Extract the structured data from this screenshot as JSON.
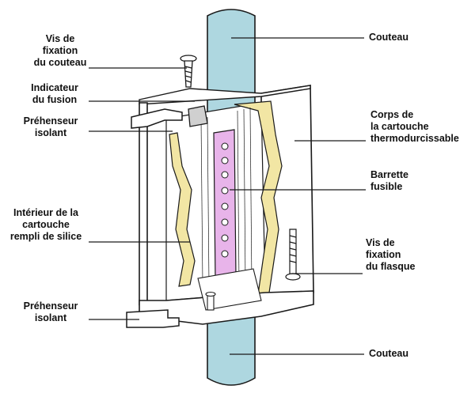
{
  "labels": {
    "couteau_top": "Couteau",
    "vis_couteau": "Vis de\nfixation\ndu couteau",
    "indicateur": "Indicateur\ndu fusion",
    "prehenseur_top": "Préhenseur\nisolant",
    "corps": "Corps de\nla cartouche\nthermodurcissable",
    "barrette": "Barrette\nfusible",
    "interieur": "Intérieur de la\ncartouche\nrempli de silice",
    "vis_flasque": "Vis de\nfixation\ndu flasque",
    "prehenseur_bottom": "Préhenseur\nisolant",
    "couteau_bottom": "Couteau"
  },
  "colors": {
    "blade": "#aed7e0",
    "filler": "#f2e6a4",
    "fuse_strip": "#e8b4ea",
    "outline": "#1a1a1a"
  }
}
